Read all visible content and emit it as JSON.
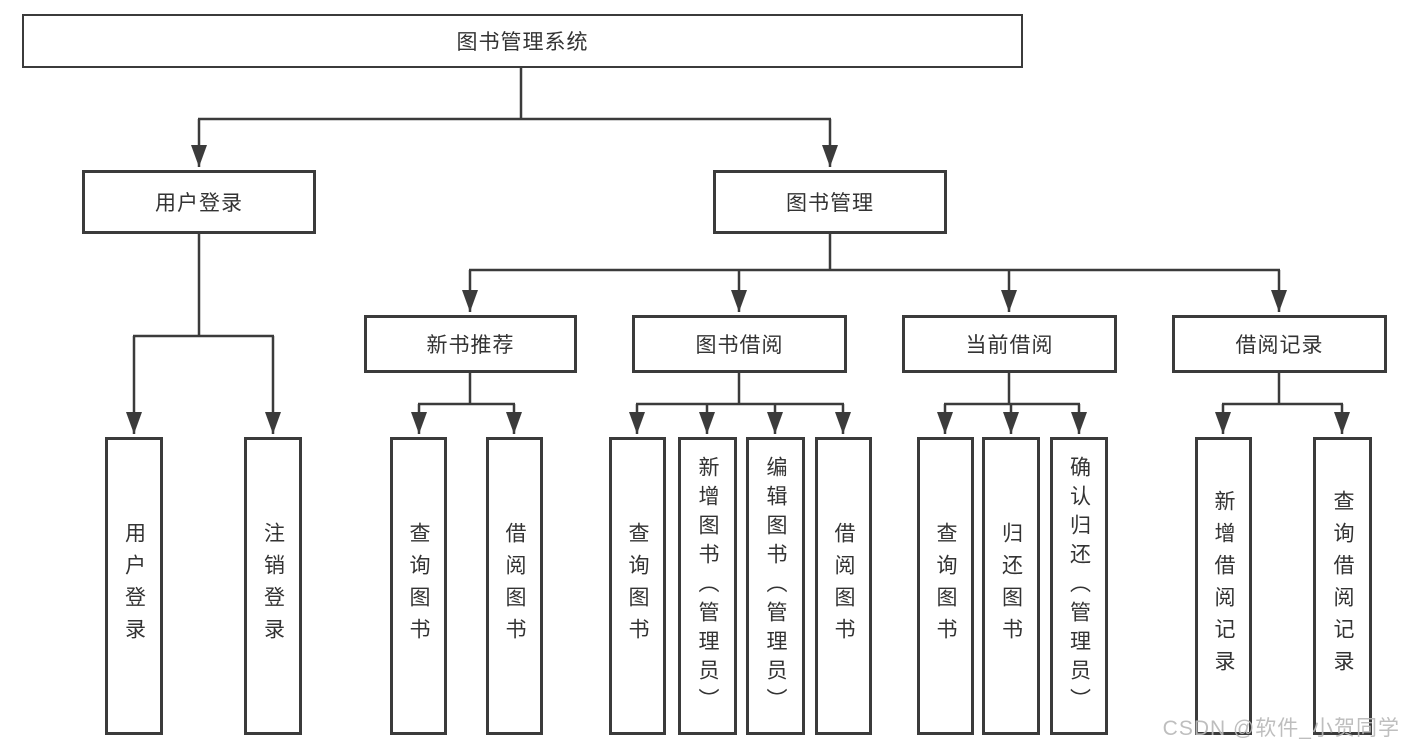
{
  "tree": {
    "root": {
      "label": "图书管理系统"
    },
    "user_branch": {
      "label": "用户登录",
      "children": [
        {
          "label": "用户登录"
        },
        {
          "label": "注销登录"
        }
      ]
    },
    "book_branch": {
      "label": "图书管理",
      "sections": [
        {
          "label": "新书推荐",
          "children": [
            {
              "label": "查询图书"
            },
            {
              "label": "借阅图书"
            }
          ]
        },
        {
          "label": "图书借阅",
          "children": [
            {
              "label": "查询图书"
            },
            {
              "label": "新增图书（管理员）"
            },
            {
              "label": "编辑图书（管理员）"
            },
            {
              "label": "借阅图书"
            }
          ]
        },
        {
          "label": "当前借阅",
          "children": [
            {
              "label": "查询图书"
            },
            {
              "label": "归还图书"
            },
            {
              "label": "确认归还（管理员）"
            }
          ]
        },
        {
          "label": "借阅记录",
          "children": [
            {
              "label": "新增借阅记录"
            },
            {
              "label": "查询借阅记录"
            }
          ]
        }
      ]
    }
  },
  "watermark": "CSDN @软件_小贺同学",
  "colors": {
    "line": "#3b3b3b",
    "box_border": "#3b3b3b",
    "text": "#333333",
    "background": "#ffffff",
    "watermark": "#b9b9b9"
  }
}
